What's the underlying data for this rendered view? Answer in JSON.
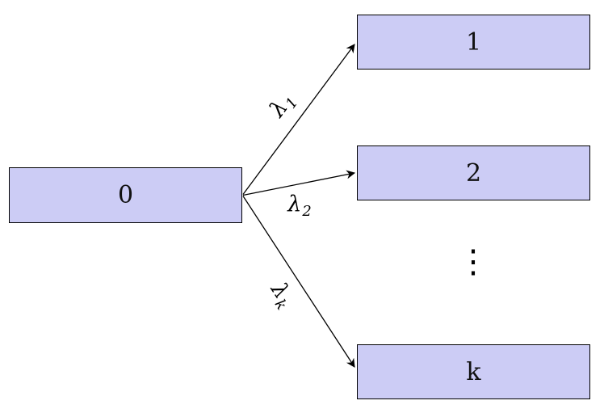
{
  "diagram": {
    "background_color": "#ffffff",
    "node_fill_color": "#ccccf5",
    "node_border_color": "#000000",
    "arrow_color": "#000000",
    "nodes": [
      {
        "id": "0",
        "label": "0"
      },
      {
        "id": "1",
        "label": "1"
      },
      {
        "id": "2",
        "label": "2"
      },
      {
        "id": "k",
        "label": "k"
      }
    ],
    "edges": [
      {
        "from": "0",
        "to": "1",
        "label_main": "λ",
        "label_sub": "1"
      },
      {
        "from": "0",
        "to": "2",
        "label_main": "λ",
        "label_sub": "2"
      },
      {
        "from": "0",
        "to": "k",
        "label_main": "λ",
        "label_sub": "k"
      }
    ],
    "ellipsis": "⋮"
  }
}
